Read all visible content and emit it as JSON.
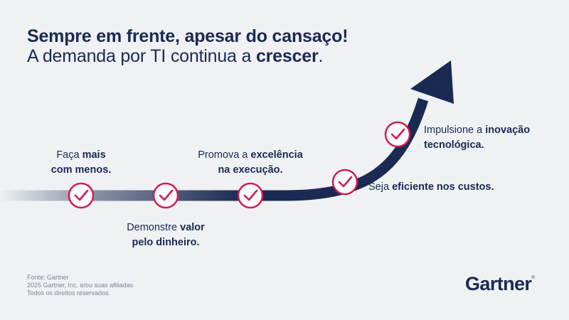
{
  "header": {
    "title": "Sempre em frente, apesar do cansaço!",
    "subtitle_prefix": "A demanda por TI continua a ",
    "subtitle_bold": "crescer",
    "subtitle_suffix": "."
  },
  "steps": [
    {
      "pre": "Faça ",
      "bold": "mais",
      "line2": "com menos."
    },
    {
      "pre": "Demonstre ",
      "bold": "valor",
      "line2": "pelo dinheiro."
    },
    {
      "pre": "Promova a ",
      "bold": "excelência",
      "line2": "na execução."
    },
    {
      "pre": "Seja ",
      "bold": "eficiente nos custos",
      "post": "."
    },
    {
      "pre": "Impulsione a ",
      "bold": "inovação",
      "line2": "tecnológica."
    }
  ],
  "footer": {
    "line1": "Fonte: Gartner",
    "line2": "2025 Gartner, Inc. e/ou suas afiliadas",
    "line3": "Todos os direitos reservados."
  },
  "logo": {
    "text": "Gartner",
    "mark": "®"
  },
  "colors": {
    "background": "#eff1f2",
    "navy": "#1b2a52",
    "accent": "#d21a55"
  },
  "icons": [
    "check-circle-icon",
    "arrow-up-icon"
  ]
}
